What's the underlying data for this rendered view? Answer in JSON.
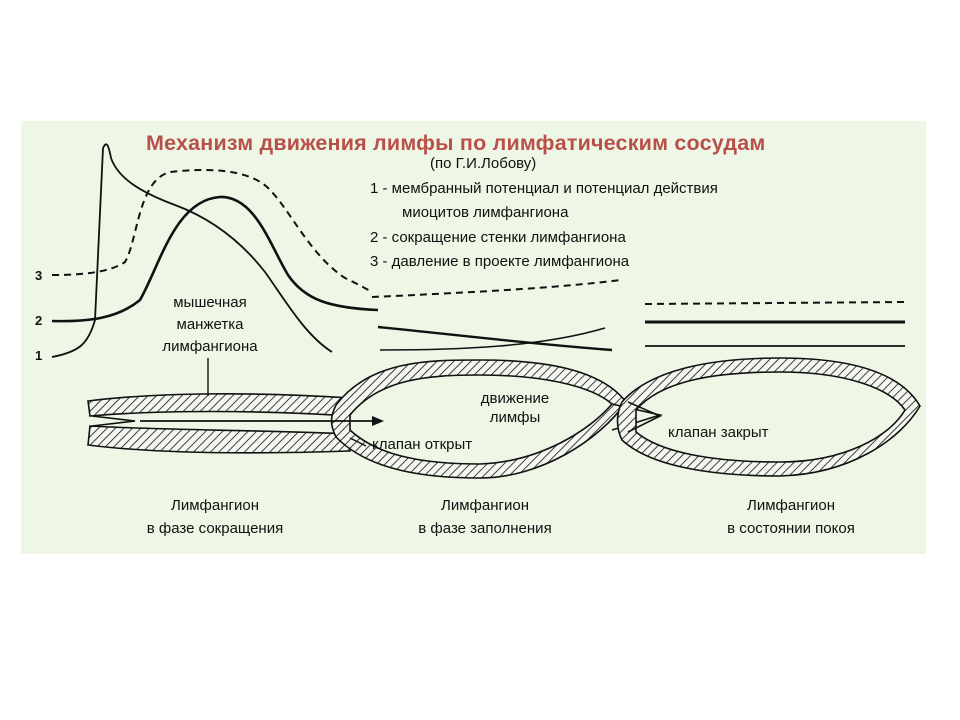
{
  "title": "Механизм движения лимфы по лимфатическим сосудам",
  "author": "(по Г.И.Лобову)",
  "legend": [
    "1 - мембранный потенциал и потенциал действия",
    "миоцитов лимфангиона",
    "2 - сокращение стенки лимфангиона",
    "3 - давление в проекте лимфангиона"
  ],
  "curve_numbers": [
    "3",
    "2",
    "1"
  ],
  "cuff_label": [
    "мышечная",
    "манжетка",
    "лимфангиона"
  ],
  "flow_label": [
    "движение",
    "лимфы"
  ],
  "valve_open": "клапан открыт",
  "valve_closed": "клапан закрыт",
  "phases": [
    {
      "line1": "Лимфангион",
      "line2": "в фазе сокращения"
    },
    {
      "line1": "Лимфангион",
      "line2": "в фазе заполнения"
    },
    {
      "line1": "Лимфангион",
      "line2": "в состоянии покоя"
    }
  ],
  "colors": {
    "panel": "#eef6e6",
    "title": "#b8504a",
    "ink": "#111111"
  }
}
